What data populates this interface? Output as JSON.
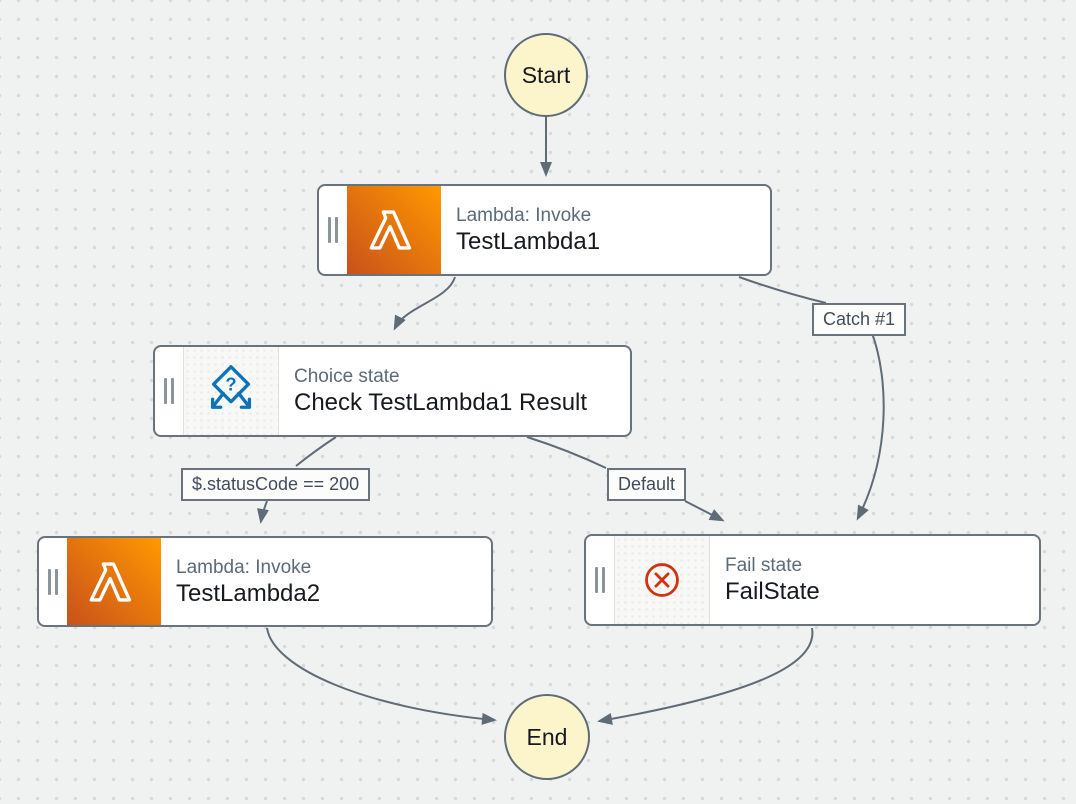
{
  "diagram": {
    "start": {
      "label": "Start"
    },
    "end": {
      "label": "End"
    },
    "states": [
      {
        "id": "lambda1",
        "type": "Lambda: Invoke",
        "name": "TestLambda1",
        "icon": "lambda-icon"
      },
      {
        "id": "choice",
        "type": "Choice state",
        "name": "Check TestLambda1 Result",
        "icon": "choice-icon"
      },
      {
        "id": "lambda2",
        "type": "Lambda: Invoke",
        "name": "TestLambda2",
        "icon": "lambda-icon"
      },
      {
        "id": "fail",
        "type": "Fail state",
        "name": "FailState",
        "icon": "fail-icon"
      }
    ],
    "edge_labels": {
      "condition": "$.statusCode == 200",
      "default": "Default",
      "catch": "Catch #1"
    },
    "icons": {
      "choice_glyph": "?"
    },
    "colors": {
      "background": "#f0f2f2",
      "grid_dot": "#d6dada",
      "node_border": "#68737d",
      "edge": "#5f6b77",
      "state_type_text": "#5c6b77",
      "state_name_text": "#16191f",
      "edge_label_text": "#414d5c",
      "terminal_fill": "#fcf5cc",
      "lambda_gradient_start": "#c8511b",
      "lambda_gradient_end": "#ff9900",
      "choice_blue": "#0b73b7",
      "fail_red": "#d13212"
    }
  }
}
